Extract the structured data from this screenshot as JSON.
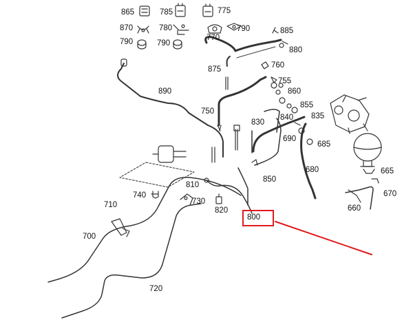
{
  "callouts": {
    "c865": "865",
    "c785": "785",
    "c775": "775",
    "c870": "870",
    "c780": "780",
    "c770": "770",
    "c790a": "790",
    "c790b": "790",
    "c790c": "790",
    "c885": "885",
    "c880": "880",
    "c875": "875",
    "c760": "760",
    "c890": "890",
    "c755": "755",
    "c860": "860",
    "c750": "750",
    "c855": "855",
    "c830": "830",
    "c840": "840",
    "c835": "835",
    "c690": "690",
    "c685": "685",
    "c680": "680",
    "c665": "665",
    "c850": "850",
    "c670": "670",
    "c810": "810",
    "c740": "740",
    "c730": "730",
    "c820": "820",
    "c710": "710",
    "c660": "660",
    "c700": "700",
    "c720": "720",
    "c800": "800"
  },
  "highlight": {
    "part": "800",
    "color": "#e0191c"
  }
}
